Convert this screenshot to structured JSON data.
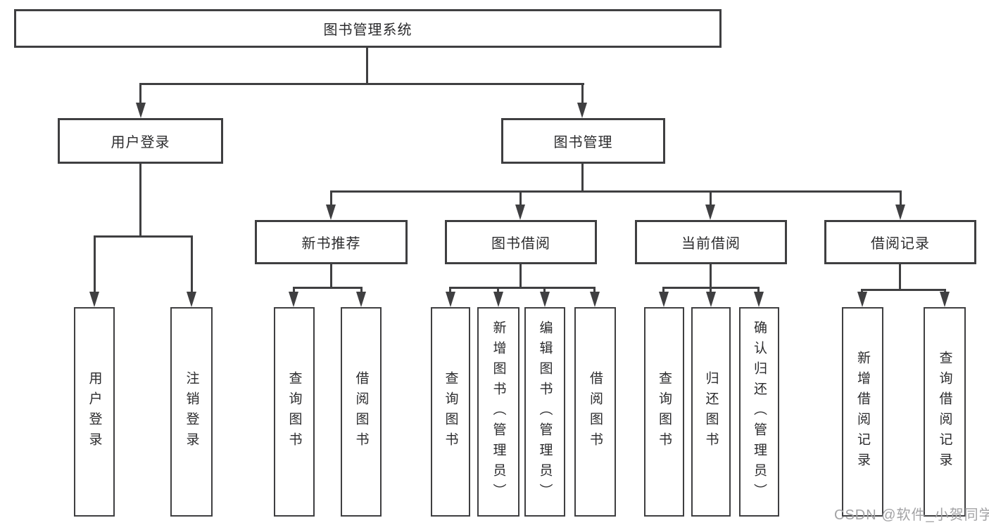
{
  "title": "图书管理系统",
  "watermark": "CSDN @软件_小贺同学",
  "tree": {
    "user_login": {
      "label": "用户登录",
      "children": [
        "用户登录",
        "注销登录"
      ]
    },
    "book_mgmt": {
      "label": "图书管理",
      "sections": {
        "new_book": {
          "label": "新书推荐",
          "children": [
            "查询图书",
            "借阅图书"
          ]
        },
        "book_borrow": {
          "label": "图书借阅",
          "children": [
            "查询图书",
            "新增图书（管理员）",
            "编辑图书（管理员）",
            "借阅图书"
          ]
        },
        "current_borrow": {
          "label": "当前借阅",
          "children": [
            "查询图书",
            "归还图书",
            "确认归还（管理员）"
          ]
        },
        "borrow_record": {
          "label": "借阅记录",
          "children": [
            "新增借阅记录",
            "查询借阅记录"
          ]
        }
      }
    }
  },
  "colors": {
    "line": "#3f3f41",
    "text": "#2b2b2d",
    "watermark": "#a3a3a5",
    "background": "#ffffff"
  }
}
